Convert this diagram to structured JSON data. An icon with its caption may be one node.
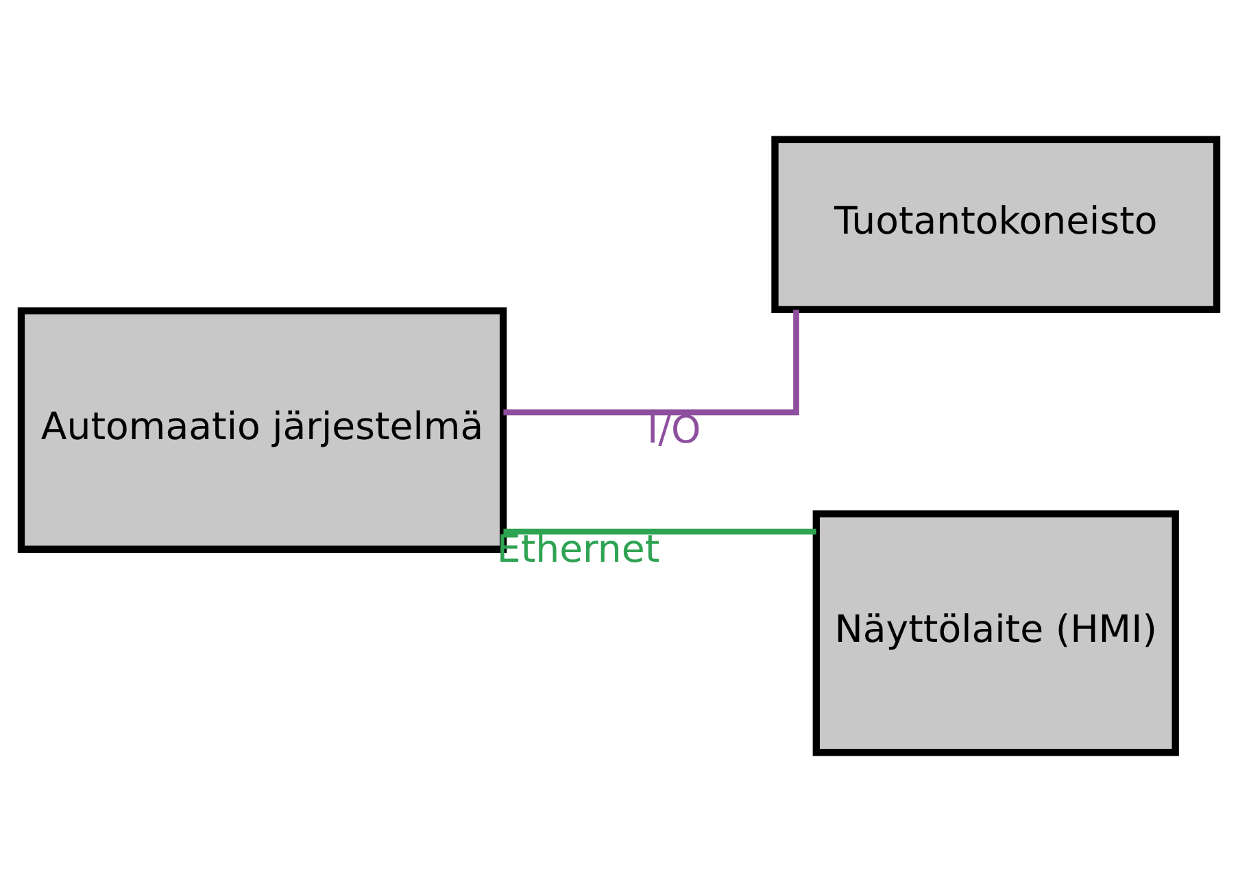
{
  "diagram": {
    "nodes": [
      {
        "text": [
          "Tuotantokoneisto"
        ]
      },
      {
        "text": [
          "Automaatio järjestelmä"
        ]
      },
      {
        "text": [
          "Näyttölaite (HMI)"
        ]
      }
    ],
    "edges": [
      {
        "from": 1,
        "to": 0,
        "arrow": "none",
        "label": "I/O",
        "color": "#8e4f9e"
      },
      {
        "from": 1,
        "to": 2,
        "arrow": "none",
        "label": "Ethernet",
        "color": "#2ea352"
      }
    ]
  }
}
